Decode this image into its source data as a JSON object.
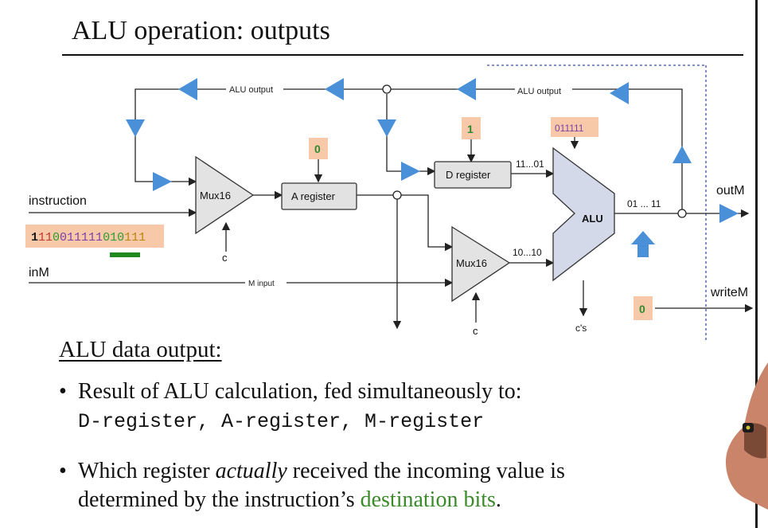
{
  "title": "ALU operation: outputs",
  "diagram": {
    "feedback_left_label": "ALU output",
    "feedback_right_label": "ALU output",
    "instruction_label": "instruction",
    "instruction_bits": [
      {
        "text": "1",
        "color": "#1a1a1a"
      },
      {
        "text": "11",
        "color": "#c0392b"
      },
      {
        "text": "0",
        "color": "#2e9c2e"
      },
      {
        "text": "011111",
        "color": "#7b3fa8"
      },
      {
        "text": "010",
        "color": "#2e9c2e"
      },
      {
        "text": "111",
        "color": "#b8860b"
      }
    ],
    "inM_label": "inM",
    "m_input_label": "M input",
    "mux1_label": "Mux16",
    "mux2_label": "Mux16",
    "a_register_label": "A register",
    "d_register_label": "D register",
    "alu_label": "ALU",
    "a_register_value": "0",
    "d_register_value": "1",
    "control_bits_value": "011111",
    "writeM_value": "0",
    "d_bus_label": "11...01",
    "am_bus_label": "10...10",
    "alu_out_label": "01 ... 11",
    "c_label_mux1": "c",
    "c_label_mux2": "c",
    "cs_label": "c's",
    "outM_label": "outM",
    "writeM_label": "writeM",
    "colors": {
      "arrow_blue": "#4a90d9",
      "value_box": "#f7c9a8",
      "alu_fill": "#d3d9e8",
      "register_fill": "#e2e2e2",
      "highlight_bar": "#1f8a1f",
      "dashed_line": "#3b4fa8"
    }
  },
  "section_heading": "ALU data output:",
  "bullets": {
    "b1_line1": "Result of ALU calculation, fed simultaneously to:",
    "b1_line2": "D-register, A-register, M-register",
    "b2_line1_pre": "Which register ",
    "b2_line1_em": "actually",
    "b2_line1_post": " received the incoming value is",
    "b2_line2_pre": "determined by the instruction’s ",
    "b2_line2_green": "destination bits",
    "b2_line2_post": "."
  }
}
